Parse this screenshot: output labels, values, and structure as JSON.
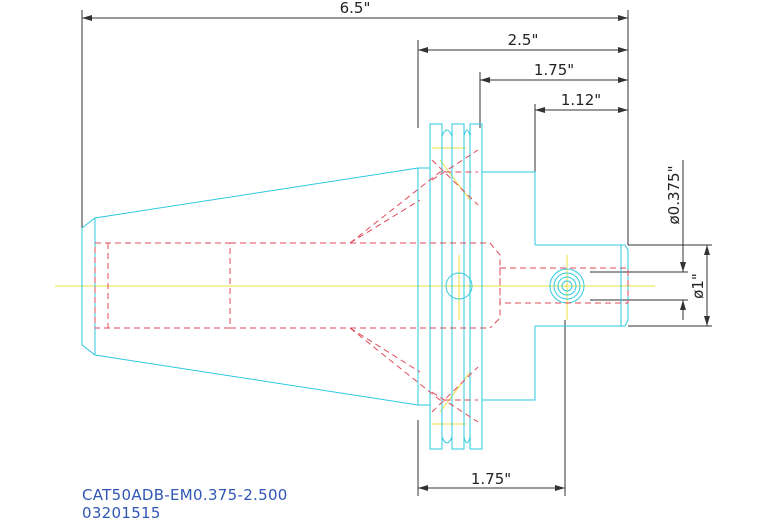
{
  "drawing": {
    "part_number": "CAT50ADB-EM0.375-2.500",
    "code": "03201515",
    "dimensions": {
      "overall_length": "6.5\"",
      "gauge_to_end": "2.5\"",
      "flange_to_end": "1.75\"",
      "nose_length": "1.12\"",
      "bore_diameter": "ø0.375\"",
      "nose_diameter": "ø1\"",
      "flange_bottom": "1.75\""
    },
    "colors": {
      "outline": "#2ec8e0",
      "hidden": "#e04a5a",
      "centerline": "#e8e040",
      "dimension": "#333333",
      "caption": "#2f56b5"
    }
  }
}
